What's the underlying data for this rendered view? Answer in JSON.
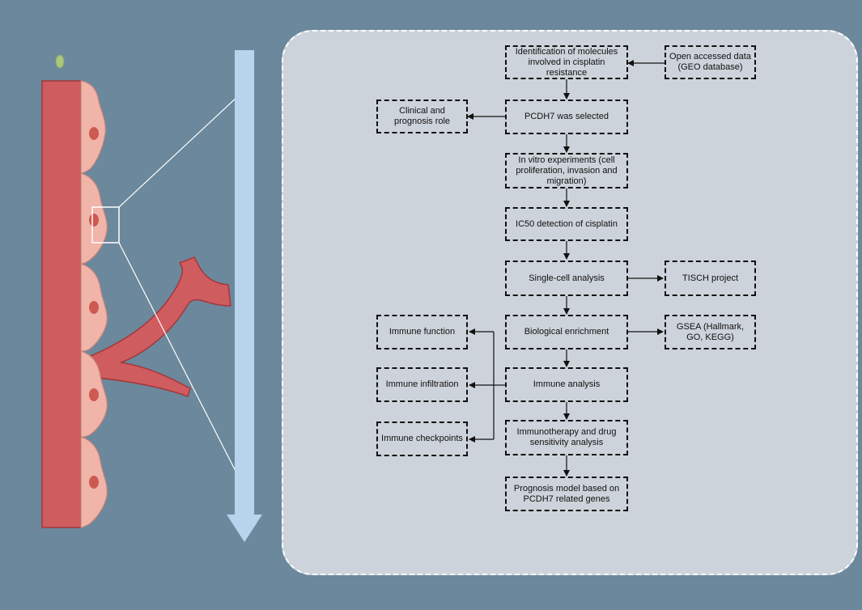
{
  "flow": {
    "identification": "Identification of molecules involved in cisplatin resistance",
    "open_data": "Open accessed data (GEO database)",
    "clinical": "Clinical and prognosis role",
    "pcdh7": "PCDH7 was selected",
    "in_vitro": "In vitro experiments (cell proliferation, invasion and migration)",
    "ic50": "IC50 detection of cisplatin",
    "single_cell": "Single-cell analysis",
    "tisch": "TISCH project",
    "biological": "Biological enrichment",
    "gsea": "GSEA (Hallmark, GO, KEGG)",
    "immune_function": "Immune function",
    "immune_analysis": "Immune analysis",
    "immune_infiltration": "Immune infiltration",
    "immune_checkpoints": "Immune checkpoints",
    "immunotherapy": "Immunotherapy and drug sensitivity analysis",
    "prognosis_model": "Prognosis model based on PCDH7 related genes"
  },
  "colors": {
    "background": "#6b889c",
    "panel": "#cdd3da",
    "vessel": "#cf5c5f",
    "cell": "#f0b4a8",
    "nucleus": "#cc5a52",
    "particle": "#a9c77e",
    "arrow": "#b8d4ec"
  }
}
